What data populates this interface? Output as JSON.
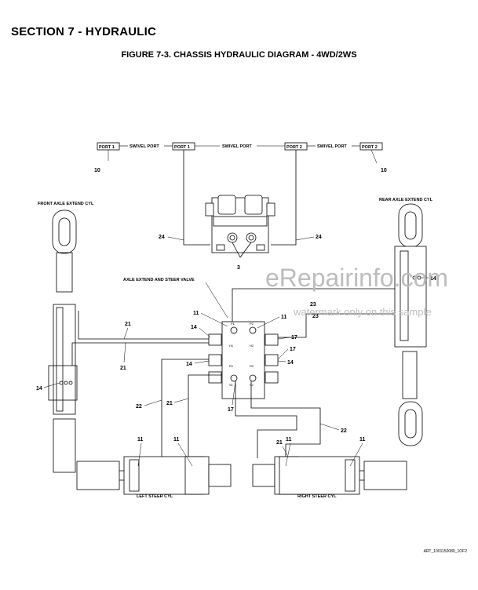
{
  "header": {
    "section": "SECTION 7 - HYDRAULIC",
    "figure": "FIGURE 7-3. CHASSIS HYDRAULIC DIAGRAM - 4WD/2WS"
  },
  "ports": {
    "port1": "PORT 1",
    "port2": "PORT 2",
    "swivel_port": "SWIVEL PORT"
  },
  "components": {
    "front_axle": "FRONT AXLE EXTEND CYL",
    "rear_axle": "REAR AXLE EXTEND CYL",
    "valve": "AXLE EXTEND AND STEER VALVE",
    "left_steer": "LEFT STEER CYL",
    "right_steer": "RIGHT STEER CYL"
  },
  "callouts": {
    "n3": "3",
    "n10": "10",
    "n11": "11",
    "n14": "14",
    "n17": "17",
    "n21": "21",
    "n22": "22",
    "n23": "23",
    "n24": "24"
  },
  "valve_ports": {
    "p1": "P1",
    "p2": "P2",
    "h1": "H1",
    "h2": "H2",
    "r1": "R1",
    "r2": "R2",
    "s1": "S1",
    "s2": "S2"
  },
  "watermark": {
    "main": "eRepairinfo.com",
    "sub": "watermark only on this sample"
  },
  "art_id": "ART_1001150089_1OF2"
}
